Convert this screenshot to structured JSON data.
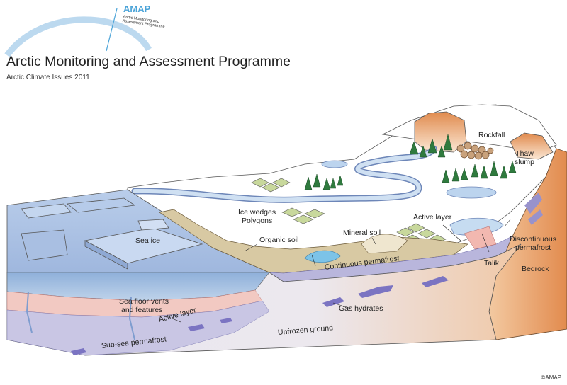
{
  "header": {
    "logo_word": "AMAP",
    "logo_sub": "Arctic Monitoring and Assessment Programme",
    "title": "Arctic Monitoring and Assessment Programme",
    "subtitle": "Arctic Climate Issues 2011"
  },
  "labels": {
    "rockfall": "Rockfall",
    "thaw_slump": "Thaw slump",
    "ice_wedges": "Ice wedges",
    "polygons": "Polygons",
    "active_layer_top": "Active layer",
    "organic_soil": "Organic soil",
    "mineral_soil": "Mineral soil",
    "discontinuous": "Discontinuous",
    "permafrost": "permafrost",
    "sea_ice": "Sea ice",
    "talik": "Talik",
    "bedrock": "Bedrock",
    "continuous_permafrost": "Continuous permafrost",
    "sea_floor_vents": "Sea floor vents",
    "and_features": "and features",
    "gas_hydrates": "Gas hydrates",
    "active_layer_sea": "Active layer",
    "unfrozen_ground": "Unfrozen ground",
    "subsea_permafrost": "Sub-sea permafrost"
  },
  "copyright": "©AMAP",
  "colors": {
    "sea": "#a9bfe2",
    "sea_dark": "#7f9dcf",
    "land": "#ffffff",
    "soil": "#d8c9a3",
    "permafrost_band": "#b9b6dc",
    "bedrock": "#e8a06a",
    "gas_hydrate": "#7b74c2",
    "active_pink": "#f2b8b0",
    "logo_blue": "#4aa3d8"
  }
}
